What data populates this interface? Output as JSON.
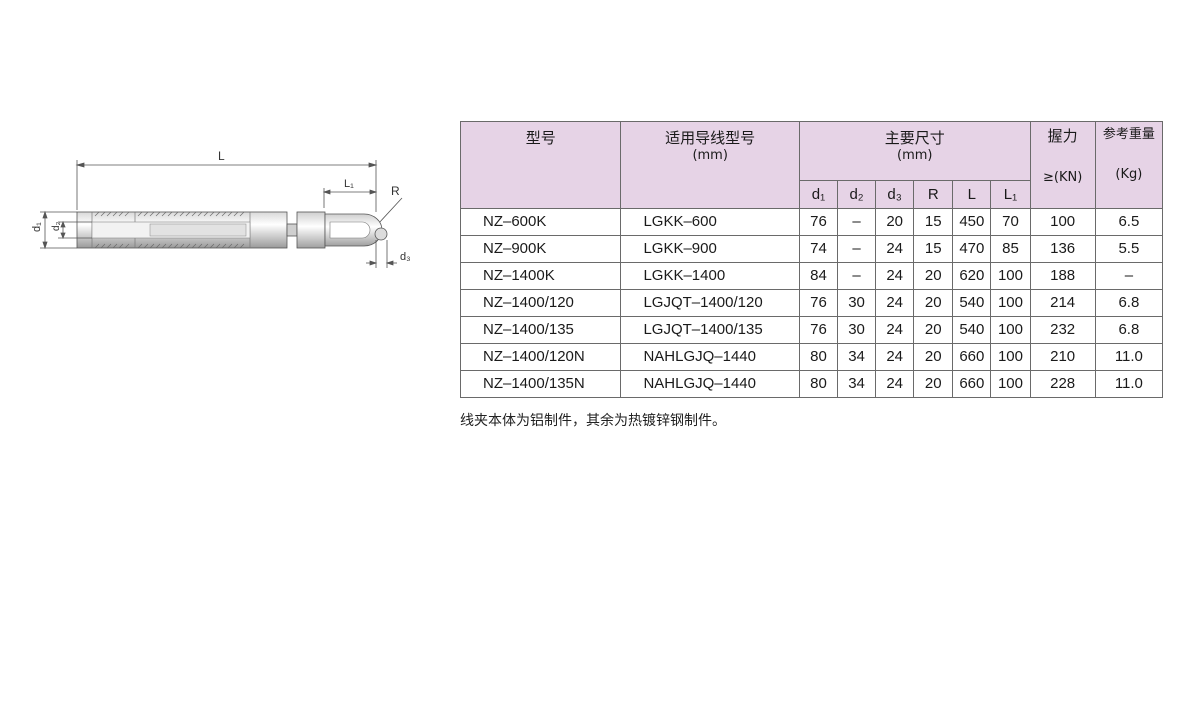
{
  "drawing": {
    "labels": {
      "L": "L",
      "L1": "L₁",
      "R": "R",
      "d1": "d₁",
      "d2": "d₂",
      "d3": "d₃"
    }
  },
  "table": {
    "headers": {
      "model": "型号",
      "conductor": "适用导线型号",
      "conductor_unit": "(mm)",
      "dimensions": "主要尺寸",
      "dimensions_unit": "(mm)",
      "grip": "握力",
      "grip_unit": "≥(KN)",
      "weight": "参考重量",
      "weight_unit": "(Kg)",
      "sub": [
        "d₁",
        "d₂",
        "d₃",
        "R",
        "L",
        "L₁"
      ]
    },
    "rows": [
      [
        "NZ–600K",
        "LGKK–600",
        "76",
        "–",
        "20",
        "15",
        "450",
        "70",
        "100",
        "6.5"
      ],
      [
        "NZ–900K",
        "LGKK–900",
        "74",
        "–",
        "24",
        "15",
        "470",
        "85",
        "136",
        "5.5"
      ],
      [
        "NZ–1400K",
        "LGKK–1400",
        "84",
        "–",
        "24",
        "20",
        "620",
        "100",
        "188",
        "–"
      ],
      [
        "NZ–1400/120",
        "LGJQT–1400/120",
        "76",
        "30",
        "24",
        "20",
        "540",
        "100",
        "214",
        "6.8"
      ],
      [
        "NZ–1400/135",
        "LGJQT–1400/135",
        "76",
        "30",
        "24",
        "20",
        "540",
        "100",
        "232",
        "6.8"
      ],
      [
        "NZ–1400/120N",
        "NAHLGJQ–1440",
        "80",
        "34",
        "24",
        "20",
        "660",
        "100",
        "210",
        "11.0"
      ],
      [
        "NZ–1400/135N",
        "NAHLGJQ–1440",
        "80",
        "34",
        "24",
        "20",
        "660",
        "100",
        "228",
        "11.0"
      ]
    ]
  },
  "note": "线夹本体为铝制件，其余为热镀锌钢制件。"
}
